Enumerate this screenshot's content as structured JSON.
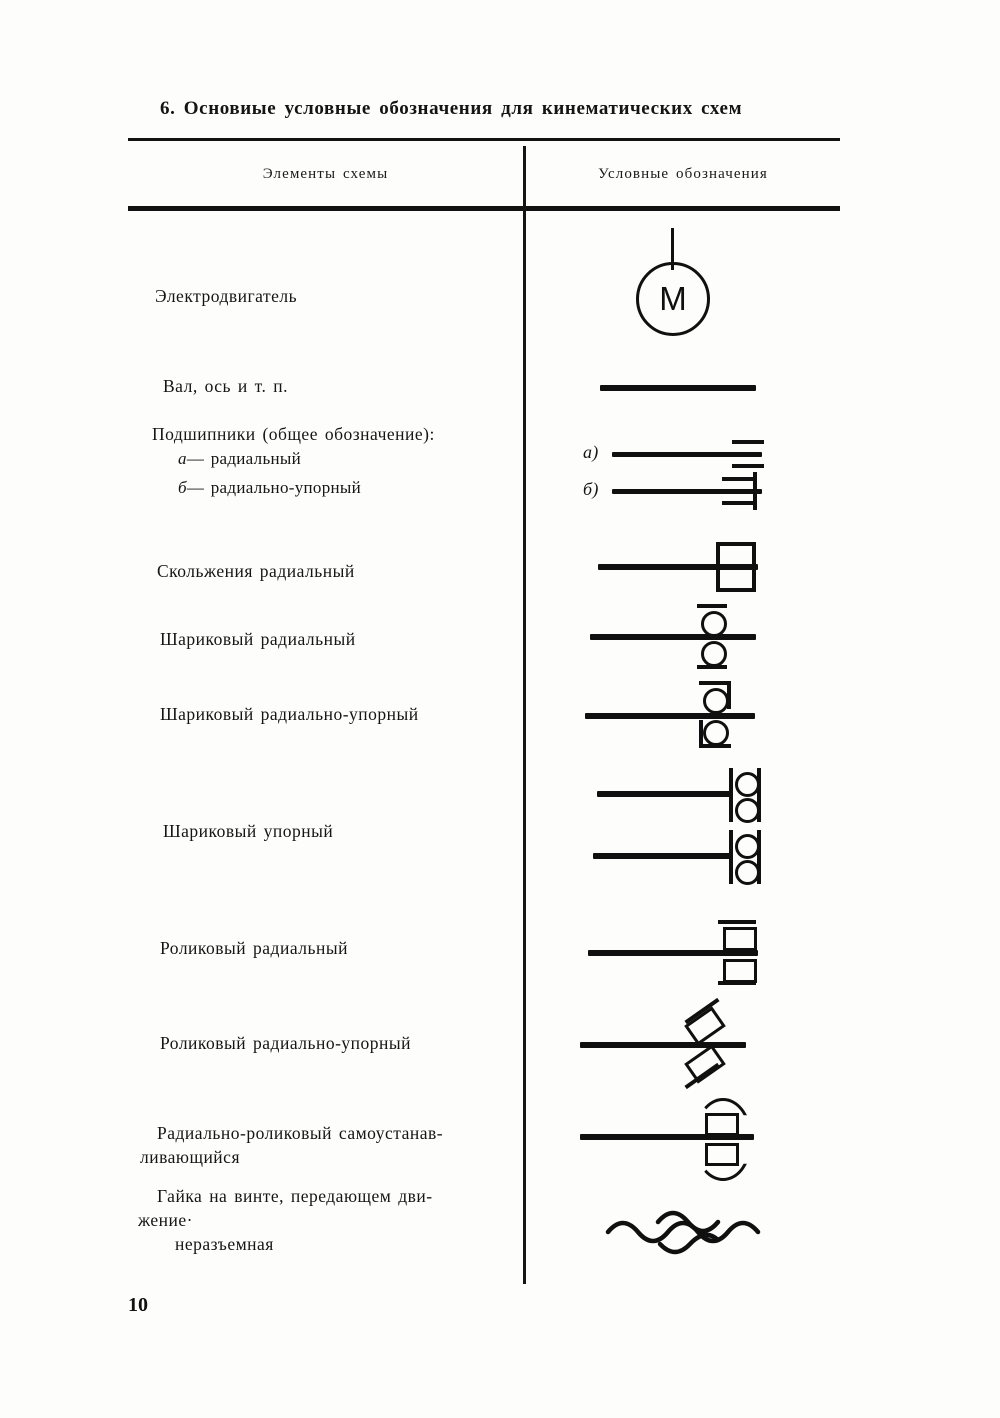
{
  "page": {
    "number": "10",
    "title": "6. Основиые условные обозначения для кинематических схем"
  },
  "table": {
    "headers": {
      "left": "Элементы схемы",
      "right": "Условные обозначения"
    },
    "rows": [
      {
        "label": "Электродвигатель",
        "symbol": "motor-circle-with-letter-m",
        "symbol_letter": "M"
      },
      {
        "label": "Вал, ось и т. п.",
        "symbol": "plain-shaft-line"
      },
      {
        "label": "Подшипники (общее обозначение):",
        "sub_labels": [
          {
            "marker": "а",
            "dash": "—",
            "text": "радиальный",
            "symbol_tag": "а)"
          },
          {
            "marker": "б",
            "dash": "—",
            "text": "радиально-упорный",
            "symbol_tag": "б)"
          }
        ],
        "symbol": "bearing-general-a-and-b"
      },
      {
        "label": "Скольжения радиальный",
        "symbol": "plain-bearing-brackets"
      },
      {
        "label": "Шариковый радиальный",
        "symbol": "ball-radial-bearing"
      },
      {
        "label": "Шариковый радиально-упорный",
        "symbol": "ball-angular-contact-bearing"
      },
      {
        "label": "Шариковый упорный",
        "symbol": "ball-thrust-bearing-two-variants"
      },
      {
        "label": "Роликовый радиальный",
        "symbol": "roller-radial-bearing"
      },
      {
        "label": "Роликовый радиально-упорный",
        "symbol": "roller-angular-contact-bearing"
      },
      {
        "label": "Радиально-роликовый самоустанав-",
        "label_line2": "ливающийся",
        "symbol": "self-aligning-roller-bearing"
      },
      {
        "label": "Гайка на винте, передающем дви-",
        "label_line2": "жение·",
        "label_line3": "неразъемная",
        "symbol": "nut-on-screw-wavy"
      }
    ]
  },
  "colors": {
    "ink": "#101010",
    "paper": "#fdfdfc"
  }
}
